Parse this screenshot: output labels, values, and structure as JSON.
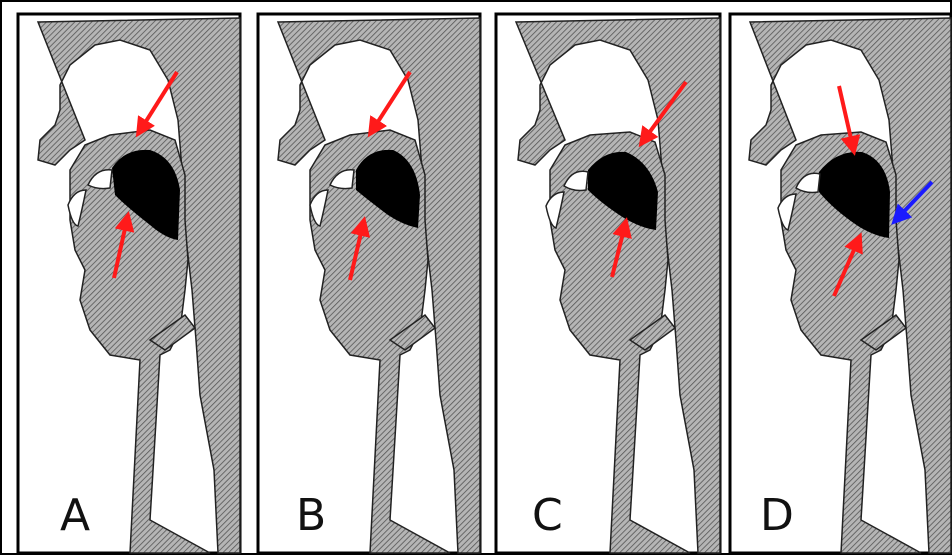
{
  "panels": [
    {
      "label": "A",
      "arrows": [
        {
          "color": "red"
        },
        {
          "color": "red"
        }
      ]
    },
    {
      "label": "B",
      "arrows": [
        {
          "color": "red"
        },
        {
          "color": "red"
        }
      ]
    },
    {
      "label": "C",
      "arrows": [
        {
          "color": "red"
        },
        {
          "color": "red"
        }
      ]
    },
    {
      "label": "D",
      "arrows": [
        {
          "color": "red"
        },
        {
          "color": "red"
        },
        {
          "color": "blue"
        }
      ]
    }
  ],
  "colors": {
    "arrow_red": "#ff1a1a",
    "arrow_blue": "#1a1aff",
    "tissue_fill": "#8c8c8c",
    "cavity_fill": "#000000",
    "background": "#ffffff",
    "border": "#000000"
  },
  "icon_names": [
    "red-arrow-icon",
    "blue-arrow-icon"
  ]
}
